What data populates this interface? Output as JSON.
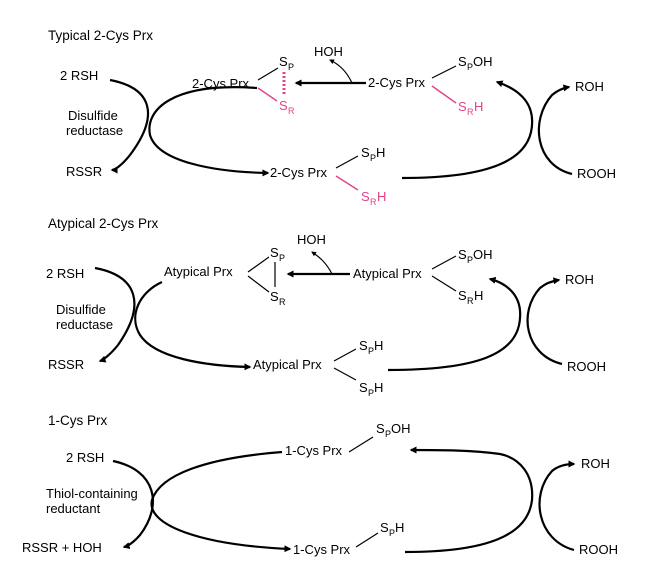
{
  "typical": {
    "title": "Typical 2-Cys Prx",
    "rsh": "2 RSH",
    "reductase_l1": "Disulfide",
    "reductase_l2": "reductase",
    "rssr": "RSSR",
    "prx": "2-Cys Prx",
    "hoh": "HOH",
    "roh": "ROH",
    "rooh": "ROOH"
  },
  "atypical": {
    "title": "Atypical 2-Cys Prx",
    "rsh": "2 RSH",
    "reductase_l1": "Disulfide",
    "reductase_l2": "reductase",
    "rssr": "RSSR",
    "prx": "Atypical Prx",
    "hoh": "HOH",
    "roh": "ROH",
    "rooh": "ROOH"
  },
  "onecys": {
    "title": "1-Cys Prx",
    "rsh": "2 RSH",
    "reductant_l1": "Thiol-containing",
    "reductant_l2": "reductant",
    "rssr": "RSSR + HOH",
    "prx": "1-Cys Prx",
    "roh": "ROH",
    "rooh": "ROOH"
  },
  "chem": {
    "S": "S",
    "P": "P",
    "R": "R",
    "H": "H",
    "OH": "OH"
  },
  "colors": {
    "resolving_cys": "#e0448a",
    "ink": "#000000"
  }
}
